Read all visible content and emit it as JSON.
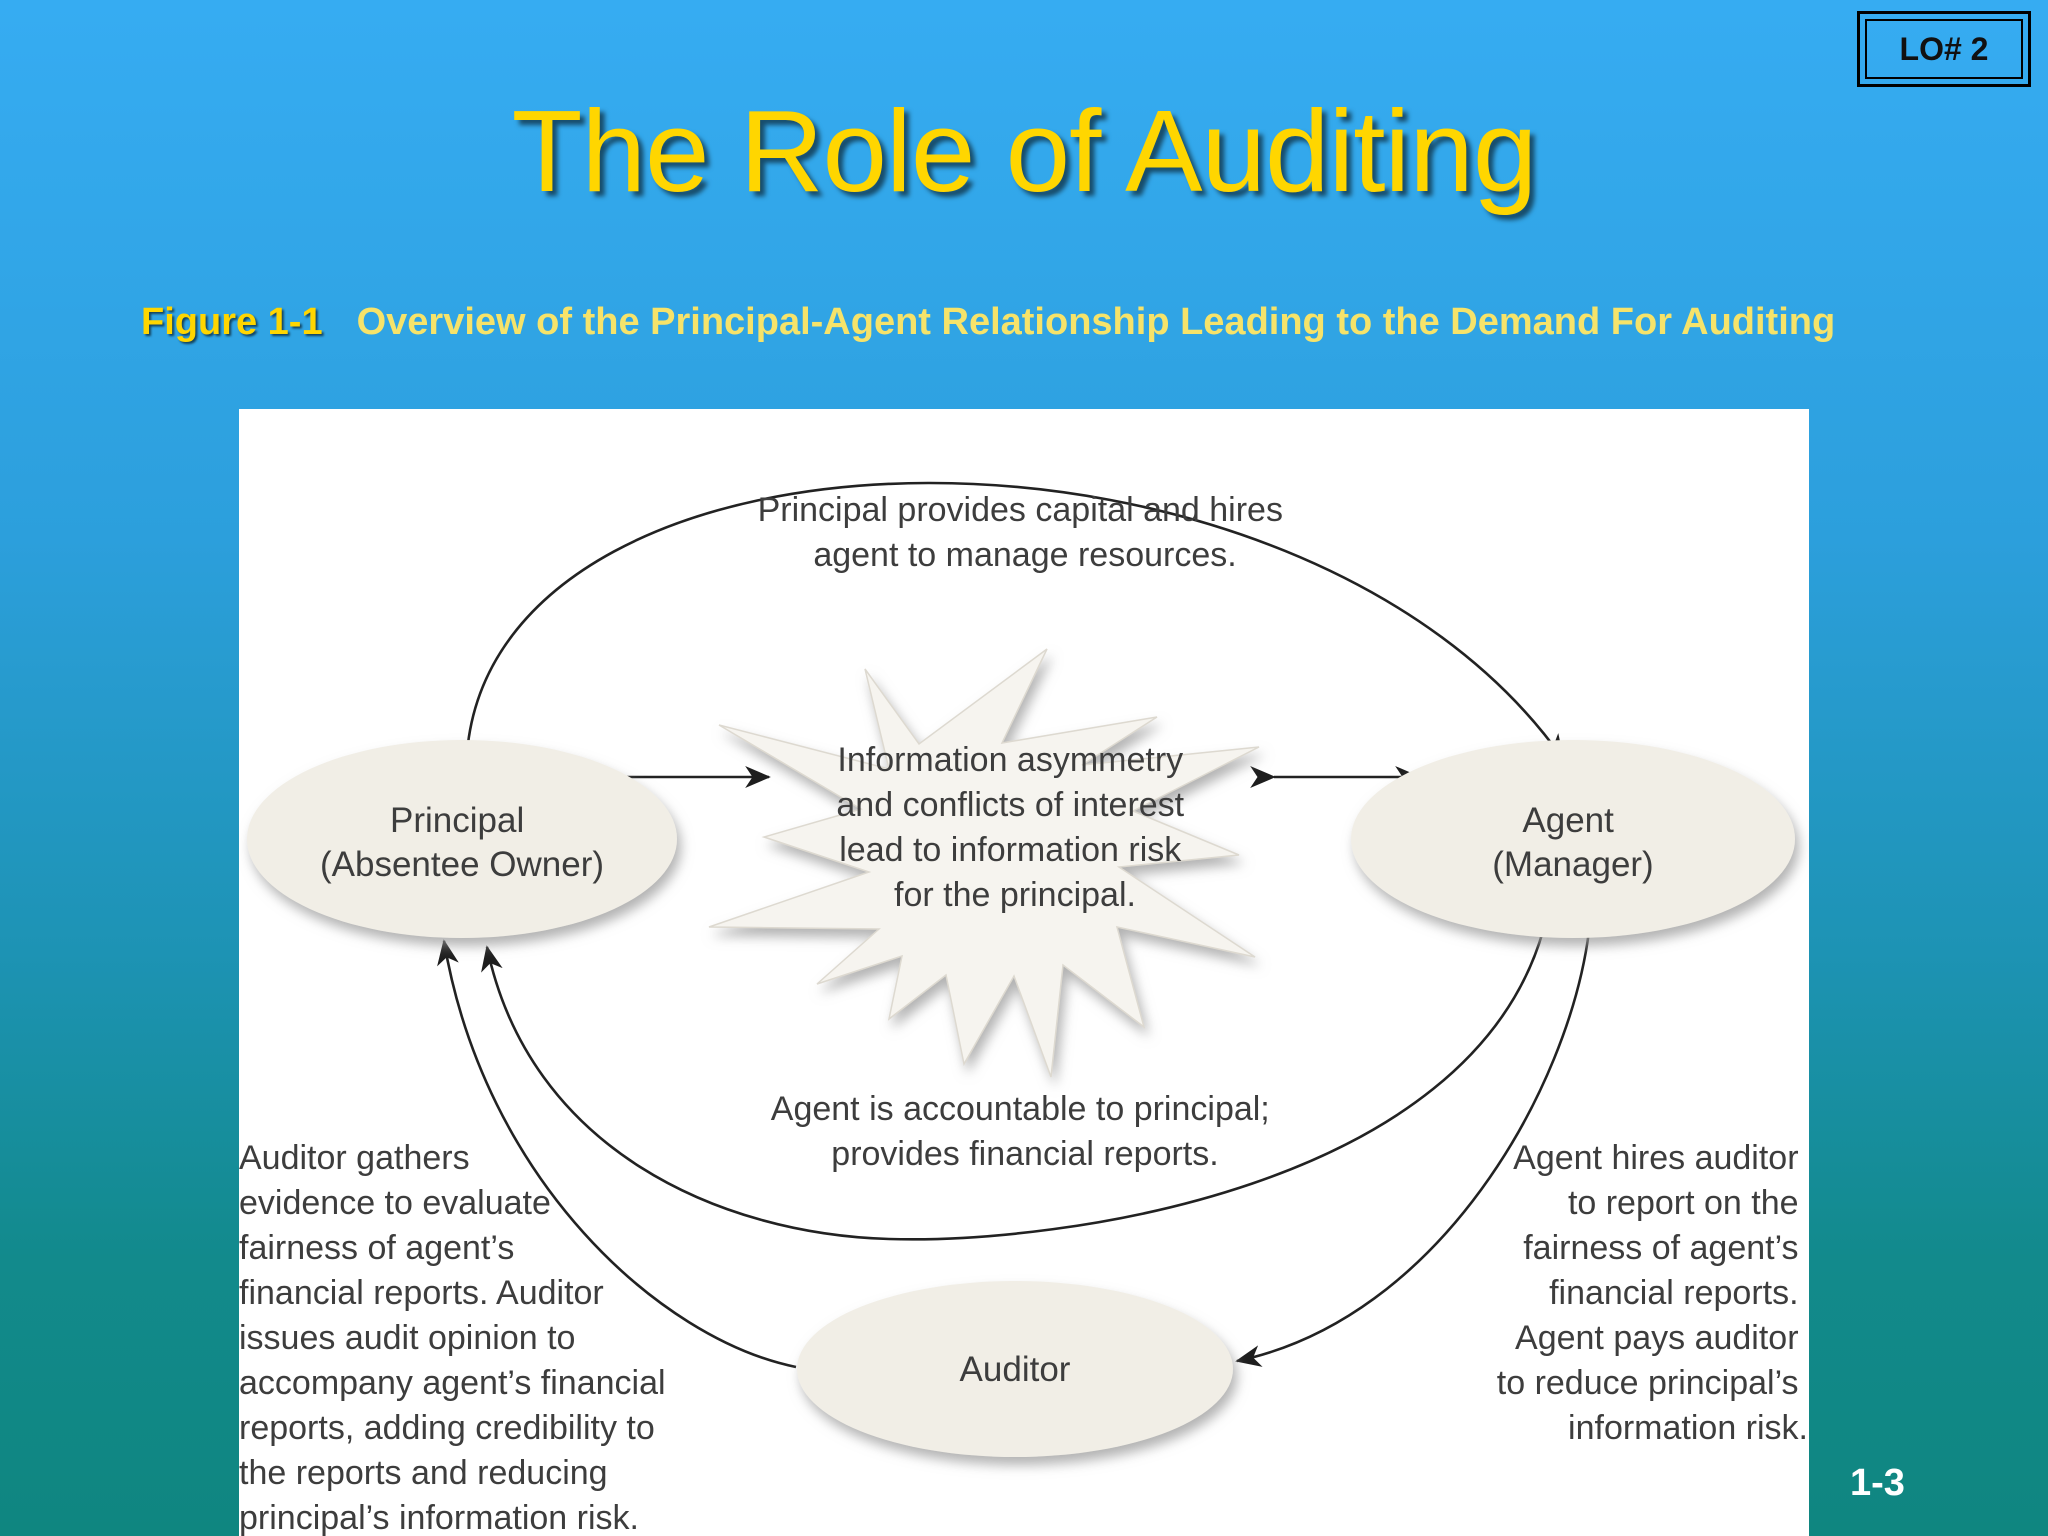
{
  "slide": {
    "badge": "LO# 2",
    "title": "The Role of Auditing",
    "figure_label": "Figure 1-1",
    "figure_title": "Overview of the Principal-Agent Relationship Leading to the Demand For Auditing",
    "page_number": "1-3"
  },
  "diagram": {
    "nodes": {
      "principal": [
        "Principal",
        "(Absentee Owner)"
      ],
      "agent": [
        "Agent",
        "(Manager)"
      ],
      "auditor": [
        "Auditor"
      ],
      "center": [
        "Information asymmetry",
        "and conflicts of interest",
        "lead to information risk",
        "for the principal."
      ]
    },
    "labels": {
      "top": [
        "Principal provides capital and hires",
        "agent to manage resources."
      ],
      "middle": [
        "Agent is accountable to principal;",
        "provides financial reports."
      ],
      "left": [
        "Auditor gathers",
        "evidence to evaluate",
        "fairness of agent’s",
        "financial reports. Auditor",
        "issues audit opinion to",
        "accompany agent’s financial",
        "reports, adding credibility to",
        "the reports and reducing",
        "principal’s information risk."
      ],
      "right": [
        "Agent hires auditor",
        "to report on the",
        "fairness of agent’s",
        "financial reports.",
        "Agent pays auditor",
        "to reduce principal’s",
        "information risk."
      ]
    }
  }
}
